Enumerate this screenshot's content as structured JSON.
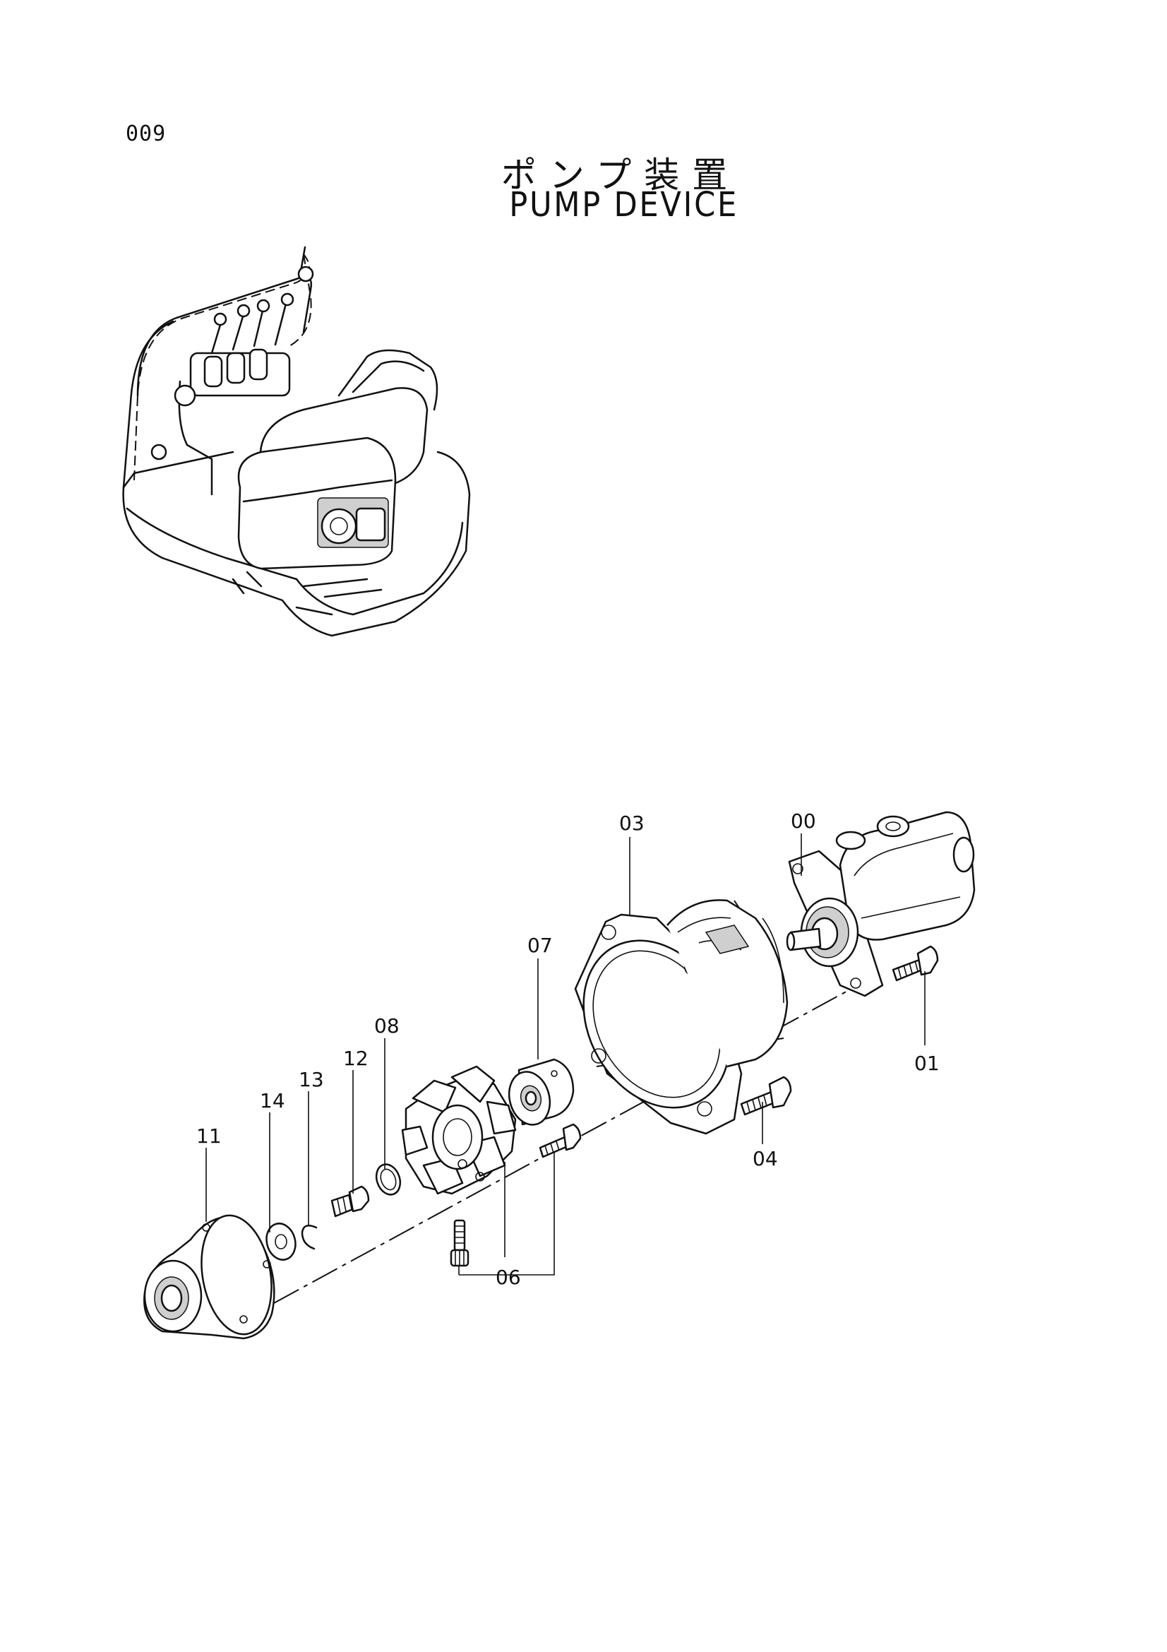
{
  "page_number": "009",
  "title_jp": "ポンプ装置",
  "title_en": "PUMP DEVICE",
  "callouts": {
    "p00": "00",
    "p01": "01",
    "p03": "03",
    "p04": "04",
    "p06": "06",
    "p07": "07",
    "p08": "08",
    "p11": "11",
    "p12": "12",
    "p13": "13",
    "p14": "14"
  }
}
